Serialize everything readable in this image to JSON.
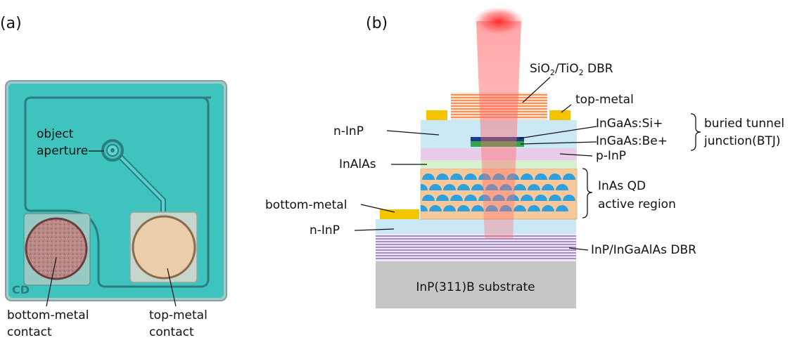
{
  "panel_a": {
    "label": "(a)",
    "object_aperture": [
      "object",
      "aperture"
    ],
    "bottom_contact": [
      "bottom-metal",
      "contact"
    ],
    "top_contact": [
      "top-metal",
      "contact"
    ],
    "corner_letters": "CD"
  },
  "panel_b": {
    "label": "(b)",
    "dbr_top": {
      "base1": "SiO",
      "sub1": "2",
      "base2": "/TiO",
      "sub2": "2",
      "rest": " DBR"
    },
    "top_metal": "top-metal",
    "n_inp_upper": "n-InP",
    "ingaas_si": "InGaAs:Si+",
    "ingaas_be": "InGaAs:Be+",
    "btj": [
      "buried tunnel",
      "junction(BTJ)"
    ],
    "p_inp": "p-InP",
    "inalas": "InAlAs",
    "qd": [
      "InAs QD",
      "active region"
    ],
    "bottom_metal": "bottom-metal",
    "n_inp_lower": "n-InP",
    "dbr_bottom": "InP/InGaAlAs DBR",
    "substrate": "InP(311)B substrate"
  },
  "colors": {
    "chip_fill": "#3ec3be",
    "chip_edge": "#2c7f80",
    "metal_gold": "#f2c500",
    "inp_blue": "#cbe8f7",
    "p_inp_pink": "#e9cce9",
    "inalas_green": "#d8f0cf",
    "qd_orange": "#f7c89c",
    "qd_dot_blue": "#2ea1dc",
    "dbr_orange": "#f08a4a",
    "dbr_purple": "#8b6fb8",
    "substrate_gray": "#c6c6c6",
    "btj_blue": "#1c3d8c",
    "btj_green": "#2fa64a",
    "laser_red": "#ff3030"
  }
}
